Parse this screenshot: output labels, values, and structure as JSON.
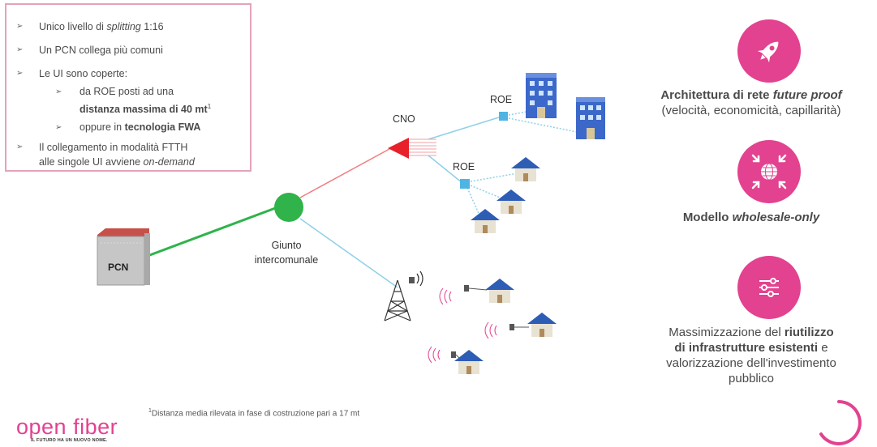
{
  "bullets": {
    "b1_pre": "Unico livello di ",
    "b1_em": "splitting",
    "b1_post": " 1:16",
    "b2": "Un PCN collega più comuni",
    "b3": "Le UI sono coperte:",
    "b3a_line1": "da ROE posti ad una",
    "b3a_bold": "distanza massima di 40 mt",
    "b3a_sup": "1",
    "b3b_pre": "oppure in ",
    "b3b_bold": "tecnologia FWA",
    "b4_line1": "Il collegamento in modalità FTTH",
    "b4_line2_pre": "alle singole UI avviene ",
    "b4_line2_em": "on-demand"
  },
  "diagram": {
    "pcn": "PCN",
    "cno": "CNO",
    "roe_top": "ROE",
    "roe_mid": "ROE",
    "giunto_line1": "Giunto",
    "giunto_line2": "intercomunale"
  },
  "features": {
    "f1_bold": "Architettura di rete ",
    "f1_bold_em": "future proof",
    "f1_line2": "(velocità, economicità, capillarità)",
    "f2_bold": "Modello ",
    "f2_bold_em": "wholesale-only",
    "f3_line1_pre": "Massimizzazione del ",
    "f3_line1_bold": "riutilizzo",
    "f3_line2_bold": "di infrastrutture esistenti",
    "f3_line2_post": " e",
    "f3_line3": "valorizzazione dell'investimento",
    "f3_line4": "pubblico"
  },
  "footnote": {
    "sup": "1",
    "text": "Distanza media rilevata in fase di costruzione pari a 17 mt"
  },
  "logo": {
    "name": "open fiber",
    "tagline": "IL FUTURO HA UN NUOVO NOME."
  },
  "icons": [
    "rocket-icon",
    "compress-globe-icon",
    "sliders-icon"
  ],
  "colors": {
    "accent": "#e2428f",
    "green": "#2fb34a",
    "red": "#e8202a",
    "blue_link": "#8fd0e8",
    "roe": "#4fb4e3"
  }
}
